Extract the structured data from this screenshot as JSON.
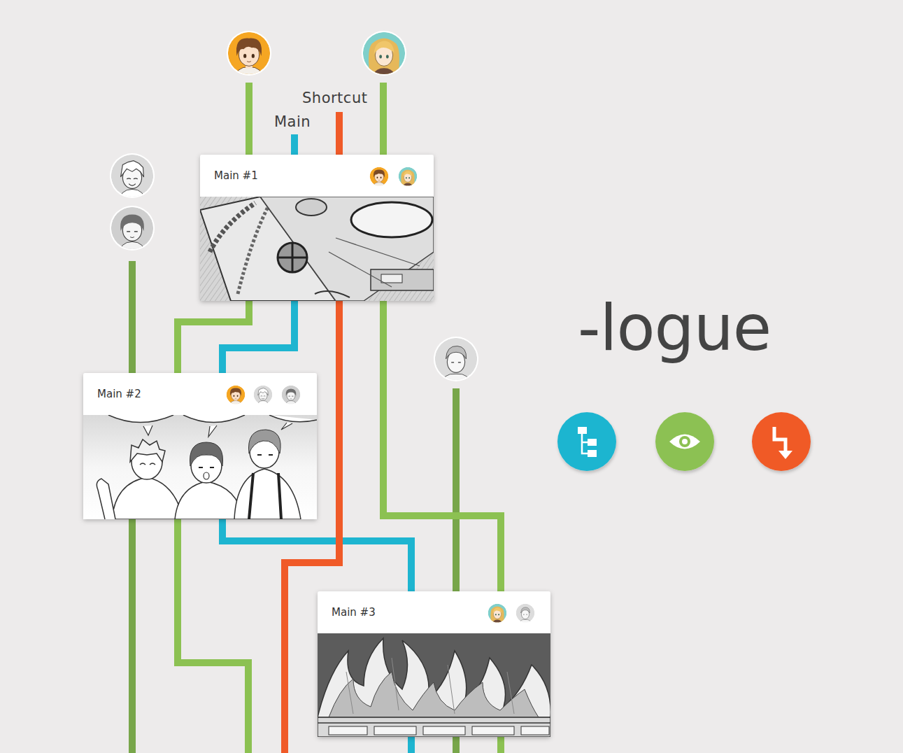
{
  "diagram": {
    "title": "-logue",
    "nodes": [
      {
        "text": [
          "Main #1"
        ]
      },
      {
        "text": [
          "Main #2"
        ]
      },
      {
        "text": [
          "Main #3"
        ]
      }
    ],
    "edges": [
      {
        "from": 0,
        "to": 1,
        "arrow": "none"
      },
      {
        "from": 0,
        "to": 1,
        "arrow": "none"
      },
      {
        "from": 0,
        "to": 2,
        "arrow": "none"
      },
      {
        "from": 1,
        "to": 2,
        "arrow": "none"
      }
    ],
    "labels": [
      "Shortcut",
      "Main"
    ]
  }
}
